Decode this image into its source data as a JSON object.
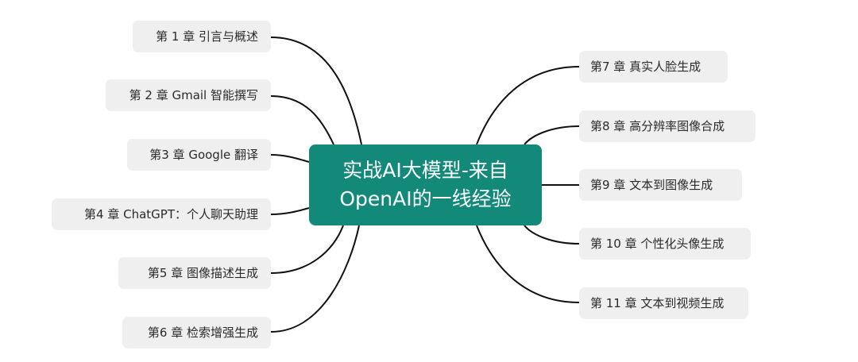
{
  "root": {
    "line1": "实战AI大模型-来自",
    "line2": "OpenAI的一线经验",
    "color": "#13897a"
  },
  "left_chapters": [
    "第 1 章 引言与概述",
    "第 2 章 Gmail 智能撰写",
    "第3 章 Google 翻译",
    "第4 章 ChatGPT：个人聊天助理",
    "第5 章 图像描述生成",
    "第6 章 检索增强生成"
  ],
  "right_chapters": [
    "第7 章 真实人脸生成",
    "第8 章 高分辨率图像合成",
    "第9 章 文本到图像生成",
    "第 10 章 个性化头像生成",
    "第 11 章 文本到视频生成"
  ]
}
